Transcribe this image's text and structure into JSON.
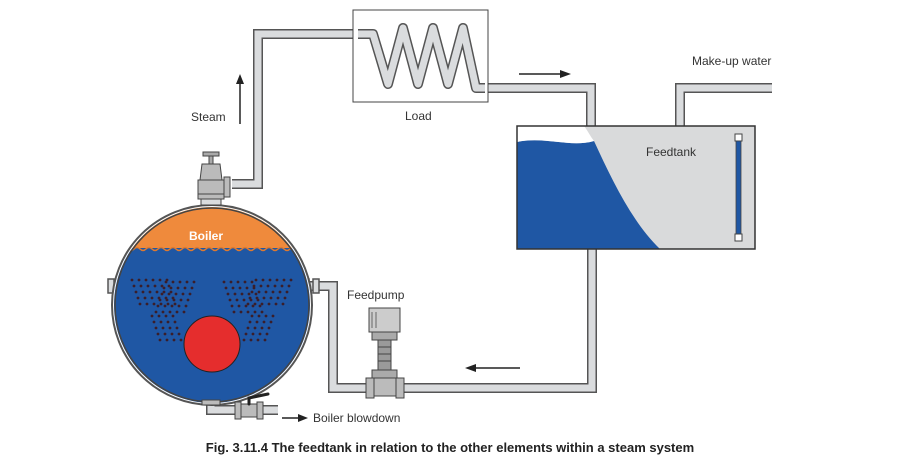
{
  "labels": {
    "steam": "Steam",
    "load": "Load",
    "makeup_water": "Make-up water",
    "feedtank": "Feedtank",
    "boiler": "Boiler",
    "feedpump": "Feedpump",
    "boiler_blowdown": "Boiler blowdown"
  },
  "caption": {
    "number": "Fig. 3.11.4",
    "text": "The feedtank in relation to the other elements within a steam system"
  },
  "colors": {
    "water": "#1f57a4",
    "steam_space": "#ef8a3c",
    "pipe_fill": "#dadcde",
    "pipe_outline": "#555555",
    "pump_valve": "#aaaaaa",
    "furnace": "#e52d2d",
    "tank_air": "#d9dadb"
  },
  "icons": [
    "arrow-icon",
    "gate-valve-icon",
    "ball-valve-icon",
    "feedpump-icon",
    "sight-glass-icon"
  ]
}
